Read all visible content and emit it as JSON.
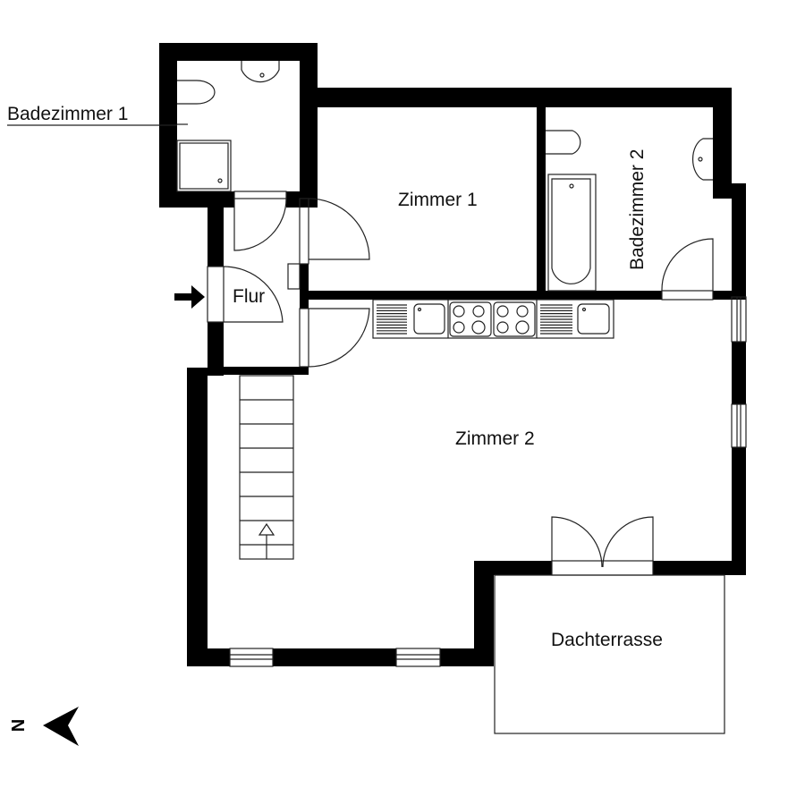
{
  "rooms": {
    "bath1": "Badezimmer 1",
    "room1": "Zimmer 1",
    "bath2": "Badezimmer 2",
    "hall": "Flur",
    "room2": "Zimmer 2",
    "terrace": "Dachterrasse"
  },
  "compass": {
    "label": "N",
    "icon": "north-arrow-icon"
  },
  "entrance": {
    "icon": "entrance-arrow-icon"
  },
  "colors": {
    "wall": "#000000",
    "line": "#222222",
    "background": "#ffffff"
  }
}
